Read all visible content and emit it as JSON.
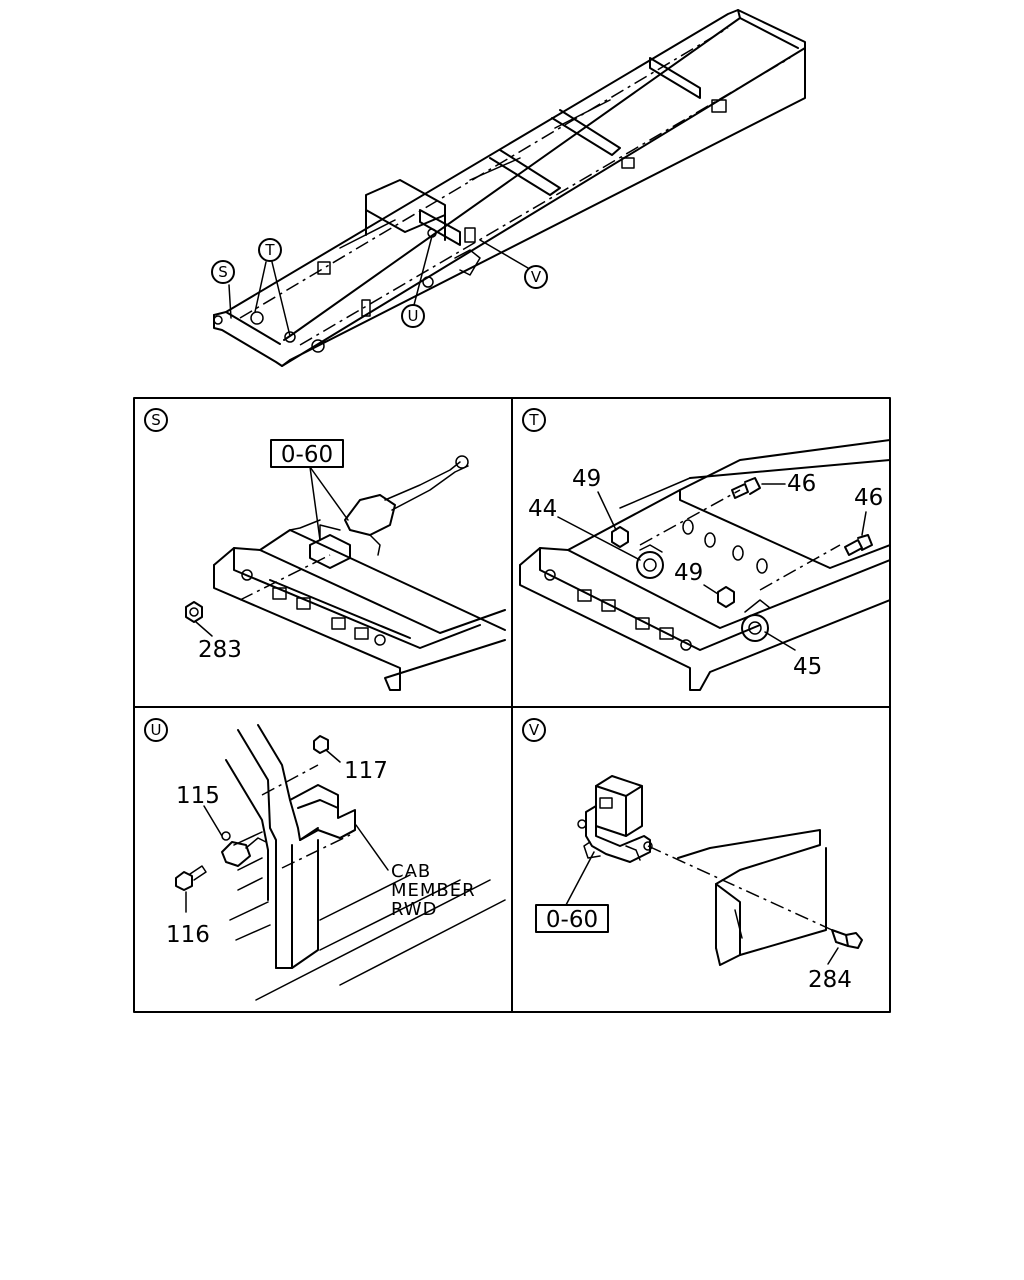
{
  "callouts": {
    "S": "S",
    "T": "T",
    "U": "U",
    "V": "V"
  },
  "panels": {
    "s": {
      "badge": "S",
      "ref_box": "0-60",
      "parts": [
        "283"
      ]
    },
    "t": {
      "badge": "T",
      "parts": [
        "49",
        "44",
        "46",
        "46",
        "49",
        "45"
      ]
    },
    "u": {
      "badge": "U",
      "parts": [
        "115",
        "117",
        "116"
      ],
      "note_lines": [
        "CAB",
        "MEMBER",
        "RWD"
      ]
    },
    "v": {
      "badge": "V",
      "ref_box": "0-60",
      "parts": [
        "284"
      ]
    }
  }
}
